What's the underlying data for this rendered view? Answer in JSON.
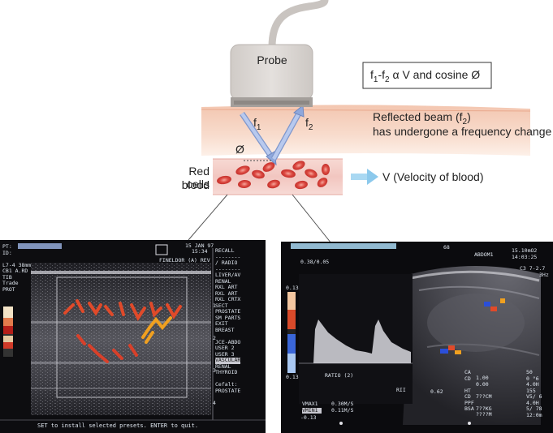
{
  "diagram": {
    "probe_label": "Probe",
    "formula": {
      "a": "f",
      "a_sub": "1",
      "dash": "-f",
      "b_sub": "2",
      "rest": " α V and cosine Ø"
    },
    "f1": {
      "base": "f",
      "sub": "1"
    },
    "f2": {
      "base": "f",
      "sub": "2"
    },
    "angle_label": "Ø",
    "reflected_line1": "Reflected beam (f",
    "reflected_sub": "2",
    "reflected_close": ")",
    "reflected_line2": "has undergone a frequency change",
    "rbc_line1": "Red blood",
    "rbc_line2": "cells",
    "velocity_label": "V (Velocity of blood)",
    "colors": {
      "probe": "#dcd7d4",
      "tissue": "#f6d2bd",
      "vessel": "#f4ccc6",
      "rbc": "#d8413c",
      "arrow": "#9fb6e6",
      "velocity_arrow": "#9dd0ee"
    }
  },
  "left_screen": {
    "rows": [
      "PT:",
      "ID:",
      "",
      "L7-4 38mm",
      "CB1 A.RD",
      "TIB",
      "Trade",
      "PROT"
    ],
    "date": "15 JAN 97",
    "time": "15:34",
    "header_mid": "FINELDOR (A) REV",
    "menu": [
      "RECALL",
      "--------",
      "/ RADIO",
      "--------",
      "LIVER/AV",
      "RENAL",
      "RXL ART",
      "RXL ART",
      "RXL CRTX",
      "SECT",
      "PROSTATE",
      "SM PARTS",
      "EXIT",
      "BREAST",
      "",
      "JCE-ABDO",
      "USER 2",
      "USER 3",
      "VASCULAR",
      "RENAL",
      "THYROID",
      "",
      "Cefalt:",
      "PROSTATE"
    ],
    "scale": [
      "1",
      "2",
      "3",
      "4"
    ],
    "footer": "SET to install selected presets.  ENTER to quit."
  },
  "right_screen": {
    "header_right": "68",
    "header_name": "ABDOM1",
    "date": "15.10mO2",
    "time": "14:03:25",
    "sub_header": "0.38/0.05",
    "top_scale": "0.13",
    "bottom_scale": "0.13",
    "neg_value": "-0.13",
    "ratio": "RATIO (2)",
    "rii": "RII",
    "mid_value": "0.62",
    "vmax": "VMAX1",
    "vmax_val": "0.30M/S",
    "vmin": "VMIN1",
    "vmin_val": "0.11M/S",
    "params": [
      "CA",
      "CD",
      "",
      "HT",
      "CD",
      "PPF",
      "BSA"
    ],
    "param_vals": [
      "1.00",
      "0.00",
      "",
      "7??CM",
      "",
      "7??KG",
      "????M"
    ],
    "right_params": [
      "50",
      "0 °6",
      "4.0H",
      "155",
      "V5/ 6",
      "4.0H",
      "5/ 78",
      "12:0m"
    ],
    "depth_label": "C3 7-2.7",
    "freq_label": "3Hz"
  }
}
